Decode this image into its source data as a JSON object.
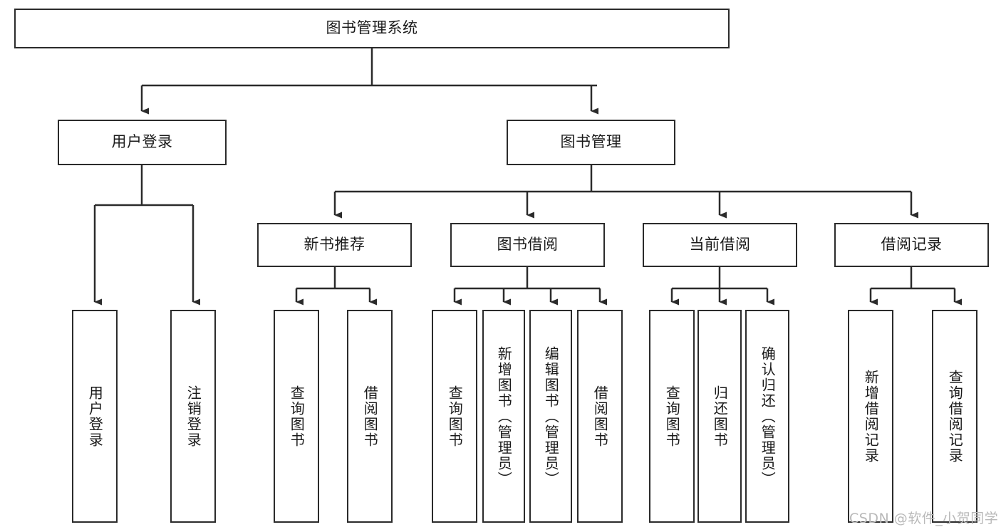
{
  "diagram": {
    "type": "tree-hierarchy-chart",
    "title_text": "图书管理系统",
    "stroke_color": "#2b2b2b",
    "background_color": "#ffffff",
    "text_color": "#1a1a1a",
    "watermark": "CSDN @软件_小贺同学",
    "levels": {
      "level1": [
        "图书管理系统"
      ],
      "level2": [
        "用户登录",
        "图书管理"
      ],
      "level3": [
        "新书推荐",
        "图书借阅",
        "当前借阅",
        "借阅记录"
      ],
      "level4": [
        "用户登录",
        "注销登录",
        "查询图书",
        "借阅图书",
        "查询图书",
        "新增图书（管理员）",
        "编辑图书（管理员）",
        "借阅图书",
        "查询图书",
        "归还图书",
        "确认归还（管理员）",
        "新增借阅记录",
        "查询借阅记录"
      ]
    },
    "nodes": {
      "root": {
        "label": "图书管理系统"
      },
      "user_login": {
        "label": "用户登录"
      },
      "book_manage": {
        "label": "图书管理"
      },
      "new_book_rec": {
        "label": "新书推荐"
      },
      "book_borrow": {
        "label": "图书借阅"
      },
      "current_borrow": {
        "label": "当前借阅"
      },
      "borrow_record": {
        "label": "借阅记录"
      },
      "leaf_user_login": {
        "label": "用户登录"
      },
      "leaf_logout": {
        "label": "注销登录"
      },
      "leaf_query_book_a": {
        "label": "查询图书"
      },
      "leaf_borrow_book_a": {
        "label": "借阅图书"
      },
      "leaf_query_book_b": {
        "label": "查询图书"
      },
      "leaf_add_book": {
        "label": "新增图书（管理员）"
      },
      "leaf_edit_book": {
        "label": "编辑图书（管理员）"
      },
      "leaf_borrow_book_b": {
        "label": "借阅图书"
      },
      "leaf_query_book_c": {
        "label": "查询图书"
      },
      "leaf_return_book": {
        "label": "归还图书"
      },
      "leaf_confirm_return": {
        "label": "确认归还（管理员）"
      },
      "leaf_add_record": {
        "label": "新增借阅记录"
      },
      "leaf_query_record": {
        "label": "查询借阅记录"
      }
    }
  }
}
